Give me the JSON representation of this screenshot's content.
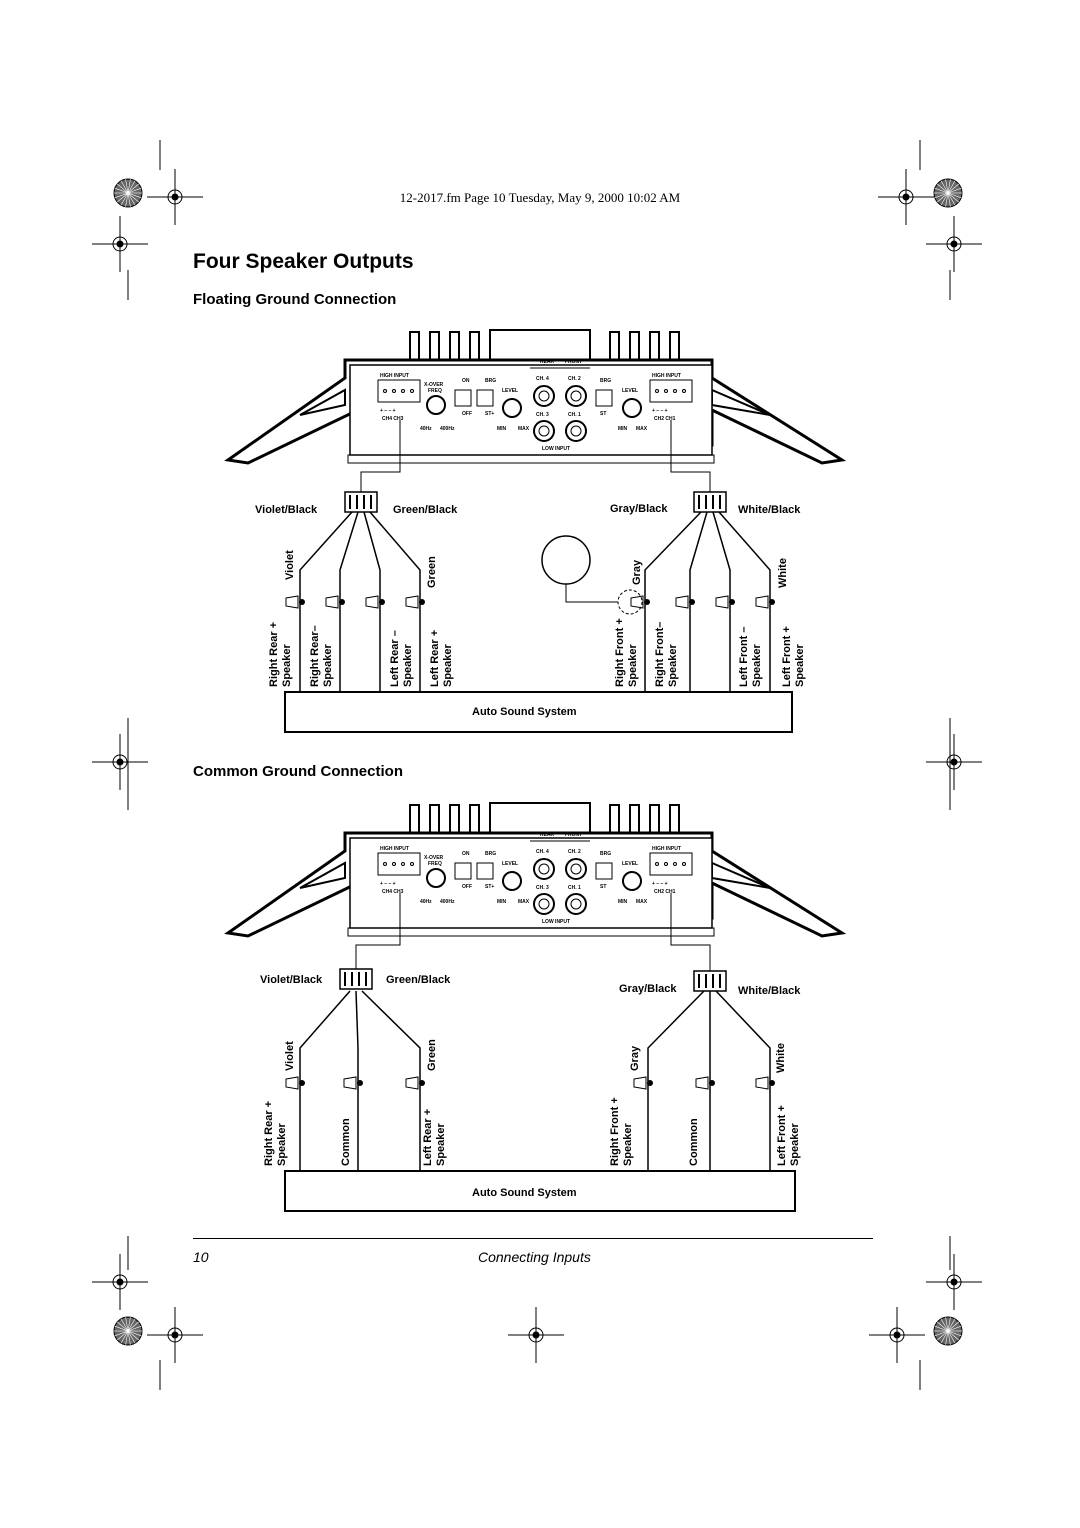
{
  "header": {
    "running_head": "12-2017.fm  Page 10  Tuesday, May 9, 2000  10:02 AM"
  },
  "page_title": "Four Speaker Outputs",
  "amp_panel": {
    "high_input": "HIGH  INPUT",
    "xover": "X-OVER",
    "freq": "FREQ",
    "on": "ON",
    "brg": "BRG",
    "off": "OFF",
    "st_plus": "ST+",
    "st": "ST",
    "level": "LEVEL",
    "rear": "REAR",
    "front": "FRONT",
    "ch4": "CH. 4",
    "ch2": "CH. 2",
    "ch3": "CH. 3",
    "ch1": "CH. 1",
    "low_input": "LOW  INPUT",
    "hz40": "40Hz",
    "hz400": "400Hz",
    "min": "MIN",
    "max": "MAX",
    "ch4ch3": "CH4  CH3",
    "ch2ch1": "CH2  CH1",
    "pm": "+  –  –  +"
  },
  "floating": {
    "title": "Floating Ground Connection",
    "wire_labels": {
      "violet_black": "Violet/Black",
      "green_black": "Green/Black",
      "gray_black": "Gray/Black",
      "white_black": "White/Black"
    },
    "color_labels": {
      "violet": "Violet",
      "green": "Green",
      "gray": "Gray",
      "white": "White"
    },
    "speakers": [
      {
        "l1": "Right Rear +",
        "l2": "Speaker"
      },
      {
        "l1": "Right Rear–",
        "l2": "Speaker"
      },
      {
        "l1": "Left Rear –",
        "l2": "Speaker"
      },
      {
        "l1": "Left Rear +",
        "l2": "Speaker"
      },
      {
        "l1": "Right Front +",
        "l2": "Speaker"
      },
      {
        "l1": "Right Front–",
        "l2": "Speaker"
      },
      {
        "l1": "Left Front –",
        "l2": "Speaker"
      },
      {
        "l1": "Left Front +",
        "l2": "Speaker"
      }
    ],
    "system_label": "Auto Sound System"
  },
  "common": {
    "title": "Common Ground Connection",
    "wire_labels": {
      "violet_black": "Violet/Black",
      "green_black": "Green/Black",
      "gray_black": "Gray/Black",
      "white_black": "White/Black"
    },
    "color_labels": {
      "violet": "Violet",
      "green": "Green",
      "gray": "Gray",
      "white": "White"
    },
    "speakers": [
      {
        "l1": "Right Rear +",
        "l2": "Speaker"
      },
      {
        "l1": "Common",
        "l2": ""
      },
      {
        "l1": "Left Rear +",
        "l2": "Speaker"
      },
      {
        "l1": "Right Front +",
        "l2": "Speaker"
      },
      {
        "l1": "Common",
        "l2": ""
      },
      {
        "l1": "Left Front +",
        "l2": "Speaker"
      }
    ],
    "system_label": "Auto Sound System"
  },
  "footer": {
    "page_number": "10",
    "chapter": "Connecting Inputs"
  }
}
